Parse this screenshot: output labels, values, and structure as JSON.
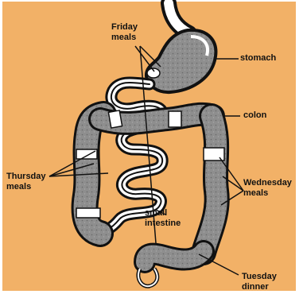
{
  "colors": {
    "background": "#f2b167",
    "organ_fill": "#8e8e8e",
    "outline": "#111111",
    "meal_marker": "#ffffff"
  },
  "labels": {
    "friday": [
      "Friday",
      "meals"
    ],
    "stomach": "stomach",
    "colon": "colon",
    "thursday": [
      "Thursday",
      "meals"
    ],
    "wednesday": [
      "Wednesday",
      "meals"
    ],
    "small_intestine": [
      "small",
      "intestine"
    ],
    "tuesday": [
      "Tuesday",
      "dinner"
    ]
  }
}
